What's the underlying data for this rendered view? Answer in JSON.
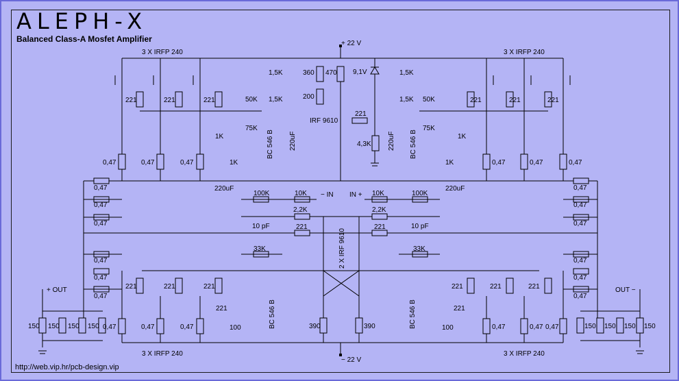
{
  "title": "ALEPH-X",
  "subtitle": "Balanced Class-A Mosfet Amplifier",
  "footer": "http://web.vip.hr/pcb-design.vip",
  "labels": {
    "vplus": "+ 22 V",
    "vminus": "− 22 V",
    "irfp_tl": "3 X IRFP 240",
    "irfp_tr": "3 X IRFP 240",
    "irfp_bl": "3 X IRFP 240",
    "irfp_br": "3 X IRFP 240",
    "in_minus": "− IN",
    "in_plus": "IN +",
    "out_plus": "+ OUT",
    "out_minus": "OUT −",
    "irf9610_top": "IRF 9610",
    "irf9610_mid": "2 X IRF 9610",
    "bc546_tl": "BC 546 B",
    "bc546_tr": "BC 546 B",
    "bc546_bl": "BC 546 B",
    "bc546_br": "BC 546 B",
    "zener": "9,1V",
    "r360": "360",
    "r470": "470",
    "r200": "200",
    "r221": "221",
    "r43k": "4,3K",
    "r15k": "1,5K",
    "r50k": "50K",
    "r75k": "75K",
    "r1k": "1K",
    "r047": "0,47",
    "c220": "220uF",
    "r100k": "100K",
    "r10k": "10K",
    "r22k": "2,2K",
    "c10p": "10 pF",
    "r33k": "33K",
    "r390": "390",
    "r100": "100",
    "r150": "150"
  }
}
